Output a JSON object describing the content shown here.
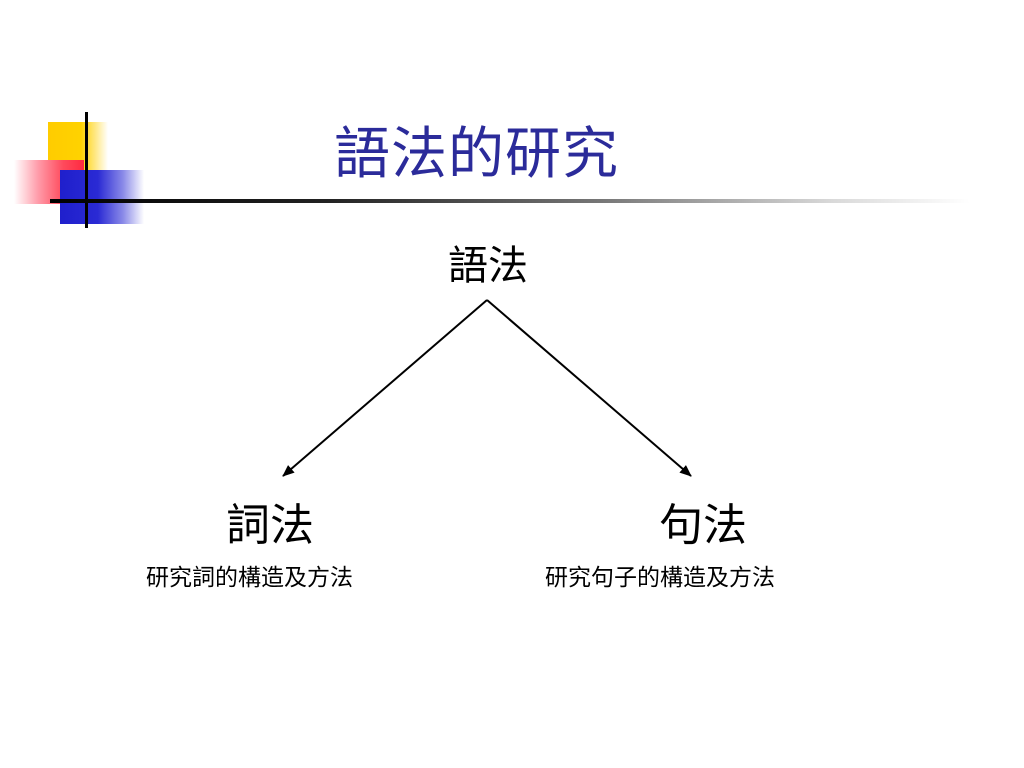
{
  "slide": {
    "title": "語法的研究"
  },
  "diagram": {
    "root": {
      "label": "語法"
    },
    "branches": [
      {
        "label": "詞法",
        "description": "研究詞的構造及方法"
      },
      {
        "label": "句法",
        "description": "研究句子的構造及方法"
      }
    ]
  },
  "colors": {
    "title": "#2b2b9a",
    "accent_yellow": "#ffcc00",
    "accent_red": "#ff2a40",
    "accent_blue": "#1f1fcc"
  }
}
